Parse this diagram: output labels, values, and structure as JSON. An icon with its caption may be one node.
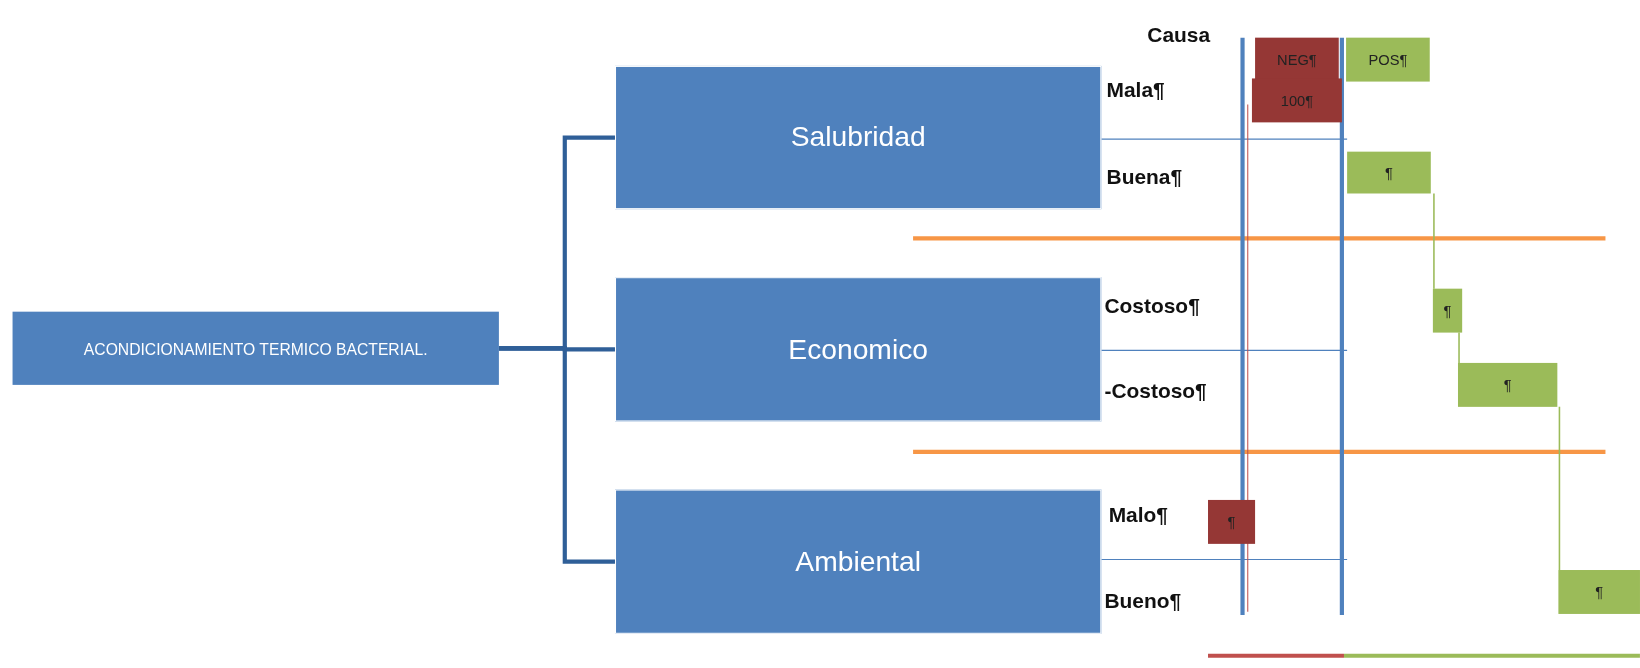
{
  "diagram": {
    "nodes": [
      {
        "text": [
          "ACONDICIONAMIENTO TERMICO BACTERIAL."
        ]
      },
      {
        "text": [
          "Salubridad"
        ]
      },
      {
        "text": [
          "Economico"
        ]
      },
      {
        "text": [
          "Ambiental"
        ]
      },
      {
        "text": [
          "NEG¶"
        ]
      },
      {
        "text": [
          "POS¶"
        ]
      },
      {
        "text": [
          "100¶"
        ]
      },
      {
        "text": [
          "¶"
        ]
      },
      {
        "text": [
          "¶"
        ]
      },
      {
        "text": [
          "¶"
        ]
      },
      {
        "text": [
          "¶"
        ]
      },
      {
        "text": [
          "¶"
        ]
      }
    ],
    "edges": [
      {
        "from": 0,
        "to": 1,
        "arrow": "none",
        "style": "thick"
      },
      {
        "from": 0,
        "to": 2,
        "arrow": "none",
        "style": "thick"
      },
      {
        "from": 0,
        "to": 3,
        "arrow": "none",
        "style": "thick"
      },
      {
        "from": 7,
        "to": 8,
        "arrow": "none",
        "color": "#9bbb59"
      },
      {
        "from": 8,
        "to": 9,
        "arrow": "none",
        "color": "#9bbb59"
      },
      {
        "from": 9,
        "to": 11,
        "arrow": "none",
        "color": "#9bbb59"
      }
    ],
    "labels": [
      "Causa",
      "Mala¶",
      "Buena¶",
      "Costoso¶",
      "-Costoso¶",
      "Malo¶",
      "Bueno¶"
    ]
  }
}
